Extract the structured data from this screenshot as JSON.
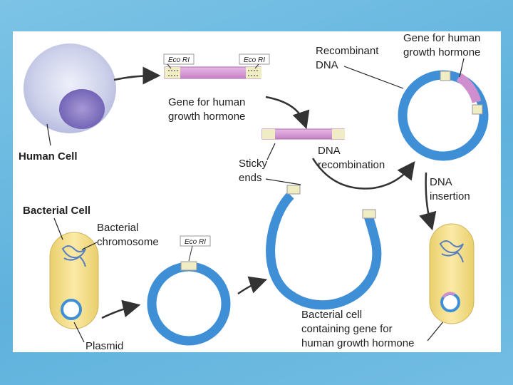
{
  "labels": {
    "human_cell": "Human Cell",
    "bacterial_cell": "Bacterial Cell",
    "bacterial_chromosome": [
      "Bacterial",
      "chromosome"
    ],
    "plasmid": "Plasmid",
    "ecori": "Eco RI",
    "gene_top": [
      "Gene for human",
      "growth hormone"
    ],
    "sticky_ends": [
      "Sticky",
      "ends"
    ],
    "dna_recombination": [
      "DNA",
      "recombination"
    ],
    "recombinant_dna": [
      "Recombinant",
      "DNA"
    ],
    "gene_right": [
      "Gene for human",
      "growth hormone"
    ],
    "dna_insertion": [
      "DNA",
      "insertion"
    ],
    "result_cell": [
      "Bacterial cell",
      "containing gene for",
      "human growth hormone"
    ]
  },
  "colors": {
    "background": "#6bbbe2",
    "dna_ring": "#3f8fd6",
    "gene": "#cf8fcf",
    "cell_fill": "#f3dc88",
    "human_cell": "#c9cde8",
    "nucleus": "#8a79c4"
  }
}
